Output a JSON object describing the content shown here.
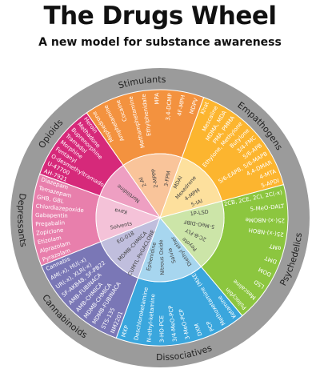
{
  "header": {
    "title": "The Drugs Wheel",
    "subtitle": "A new model for substance awareness"
  },
  "colors": {
    "outer_ring": "#9b9b9b",
    "background": "#ffffff",
    "inner_center": "#f4f4f4"
  },
  "categories": [
    {
      "id": "stimulants",
      "name": "Stimulants",
      "color": "#f3923f",
      "inner": "#f9c49a",
      "items": [
        "Mephedrone",
        "Amphetamine",
        "Cocaine",
        "Methamphetamine",
        "Ethylphenidate",
        "MPA",
        "3,4-DCMP",
        "4F-MPH",
        "MDPV"
      ],
      "core": [
        "2-AI",
        "2-MPPP",
        "3-FPM"
      ]
    },
    {
      "id": "empathogens",
      "name": "Empathogens",
      "color": "#fcb52f",
      "inner": "#fde09d",
      "items": [
        "Khat",
        "Mescaline",
        "MDMA, MDA",
        "PMA, PMMA",
        "Ethylone, Methylone",
        "Butylone",
        "3/4-FMC",
        "5/6-APB",
        "5/6-EAPB, 5/6-MAPB",
        "4,4-DMAR",
        "4-MTA",
        "5-APDI"
      ],
      "core": [
        "MDAI",
        "Mexedrone",
        "4-MPM",
        "5-IAI"
      ]
    },
    {
      "id": "psychedelics",
      "name": "Psychedelics",
      "color": "#8cc63f",
      "inner": "#cce5a8",
      "items": [
        "2CB, 2CE, 2CI, 2C(-x)",
        "5-MeO-DALT",
        "25(-x)-NBOMe",
        "25(-x)-NBOH",
        "αMT",
        "DMT",
        "DOM",
        "LSD",
        "Mescaline",
        "Psilocybin"
      ],
      "core": [
        "1P-LSD",
        "5-MeO-DIBF",
        "2C-B-FLY",
        "Peyote"
      ]
    },
    {
      "id": "dissociatives",
      "name": "Dissociatives",
      "color": "#3aa6dd",
      "inner": "#a7d6ef",
      "items": [
        "Ketamine",
        "Methoxetamine (MXE)",
        "PCP",
        "DXM",
        "3-MeO-PCP",
        "3/4-MeO-PCP",
        "3-HO-PCE",
        "N-ethyl-ketamine",
        "Deschloroketamine",
        "MXP"
      ],
      "core": [
        "Diethyl ether",
        "Salvia",
        "Nitrous Oxide",
        "Ephenidine"
      ]
    },
    {
      "id": "cannabinoids",
      "name": "Cannabinoids",
      "color": "#7a77b6",
      "inner": "#c0bedd",
      "items": [
        "NM2201",
        "STS-135",
        "MDMB-FUBINACA",
        "MDMB-CHMICA",
        "AMB-CHMICA",
        "AMB-FUBINACA",
        "5F-AKB48, 5F-PB22",
        "UR(-x), XLR(-x)",
        "AM(-x), HU(-x)",
        "Cannabis"
      ],
      "core": [
        "CUMYL-PeGACLONE",
        "MDMB-CHMICA",
        "EG-018"
      ]
    },
    {
      "id": "depressants",
      "name": "Depressants",
      "color": "#e87fac",
      "inner": "#f4c2d8",
      "items": [
        "Pyrazolam",
        "Alprazolam",
        "Etizolam",
        "Zopiclone",
        "Pregabalin",
        "Gabapentin",
        "Chlordiazepoxide",
        "GHB, GBL",
        "Temazepam",
        "Diazepam"
      ],
      "core": [
        "Solvents",
        "Kava"
      ]
    },
    {
      "id": "opioids",
      "name": "Opioids",
      "color": "#d6297a",
      "inner": "#ee9fc2",
      "items": [
        "AH-7921",
        "U-47700",
        "O-desmethyltramadol",
        "Fentanyl",
        "Morphine",
        "Tramadol",
        "Buprenorphine",
        "Methadone",
        "Heroin"
      ],
      "core": [
        "Nortilidine"
      ]
    }
  ]
}
